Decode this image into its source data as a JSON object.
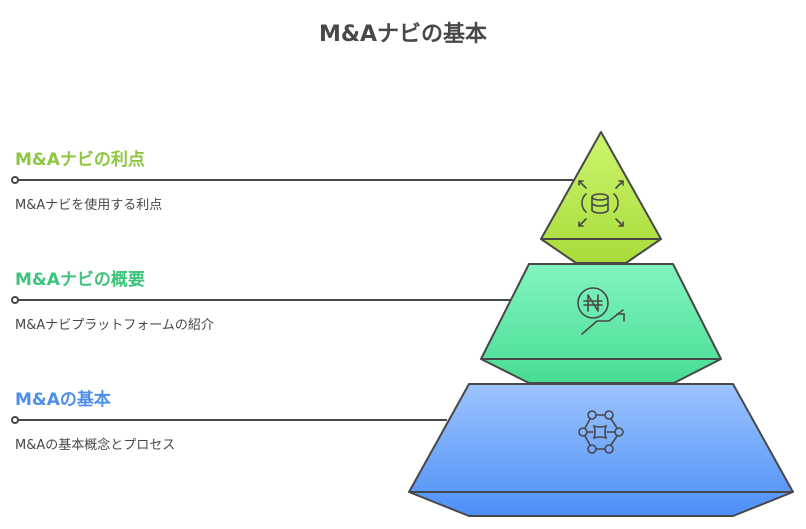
{
  "title": "M&Aナビの基本",
  "levels": [
    {
      "heading": "M&Aナビの利点",
      "description": "M&Aナビを使用する利点",
      "color": "#8dc63f",
      "icon": "database-expand-icon"
    },
    {
      "heading": "M&Aナビの概要",
      "description": "M&Aナビプラットフォームの紹介",
      "color": "#3cc47c",
      "icon": "naira-growth-icon"
    },
    {
      "heading": "M&Aの基本",
      "description": "M&Aの基本概念とプロセス",
      "color": "#4d8fe8",
      "icon": "network-hub-icon"
    }
  ]
}
